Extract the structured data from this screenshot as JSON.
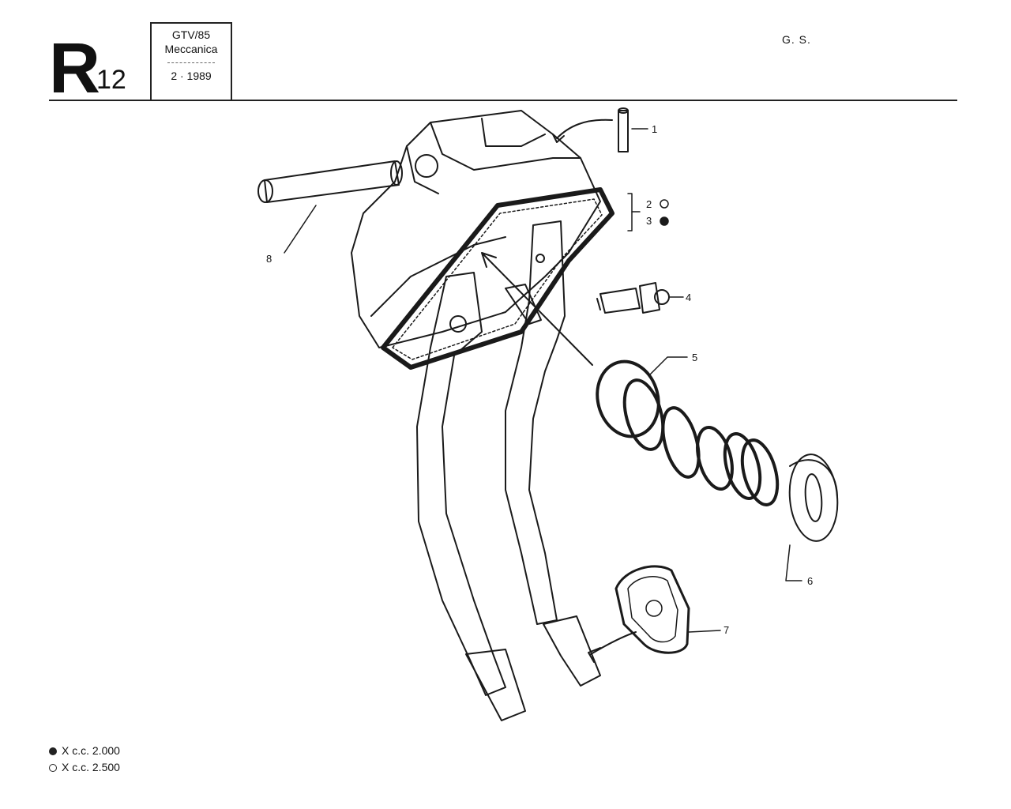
{
  "header": {
    "section_letter": "R",
    "section_number": "12",
    "model": "GTV/85",
    "group": "Meccanica",
    "date": "2 · 1989",
    "author": "G. S."
  },
  "callouts": {
    "c1": "1",
    "c2": "2",
    "c3": "3",
    "c4": "4",
    "c5": "5",
    "c6": "6",
    "c7": "7",
    "c8": "8"
  },
  "legend": {
    "filled": "X c.c. 2.000",
    "open": "X c.c. 2.500"
  }
}
